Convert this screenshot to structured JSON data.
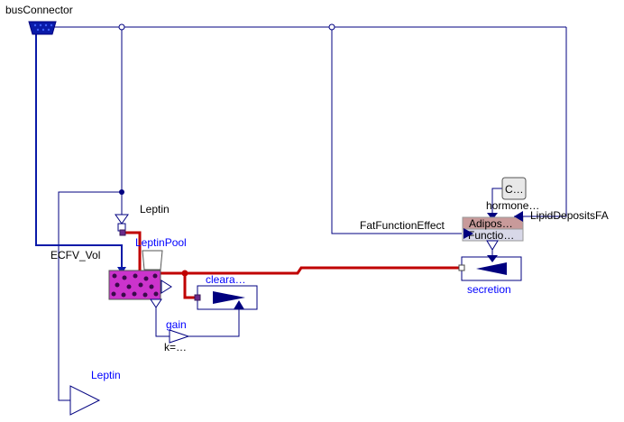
{
  "diagram": {
    "labels": {
      "bus_connector": "busConnector",
      "leptin_bus_label": "Leptin",
      "leptin_pool": "LeptinPool",
      "ecfv_vol": "ECFV_Vol",
      "clearance": "cleara…",
      "gain": "gain",
      "gain_k": "k=…",
      "leptin_output": "Leptin",
      "fat_function_effect": "FatFunctionEffect",
      "lipid_deposits": "LipidDepositsFA",
      "hormone": "hormone…",
      "c_block": "C…",
      "adipose_line1": "Adipos…",
      "adipose_line2": "Functio…",
      "secretion": "secretion"
    },
    "colors": {
      "signal": "#00007f",
      "thin_wire": "#000080",
      "flow": "#c00000",
      "pool_fill": "#cc33cc",
      "text_blue": "#0000ff",
      "text_black": "#000000"
    }
  }
}
